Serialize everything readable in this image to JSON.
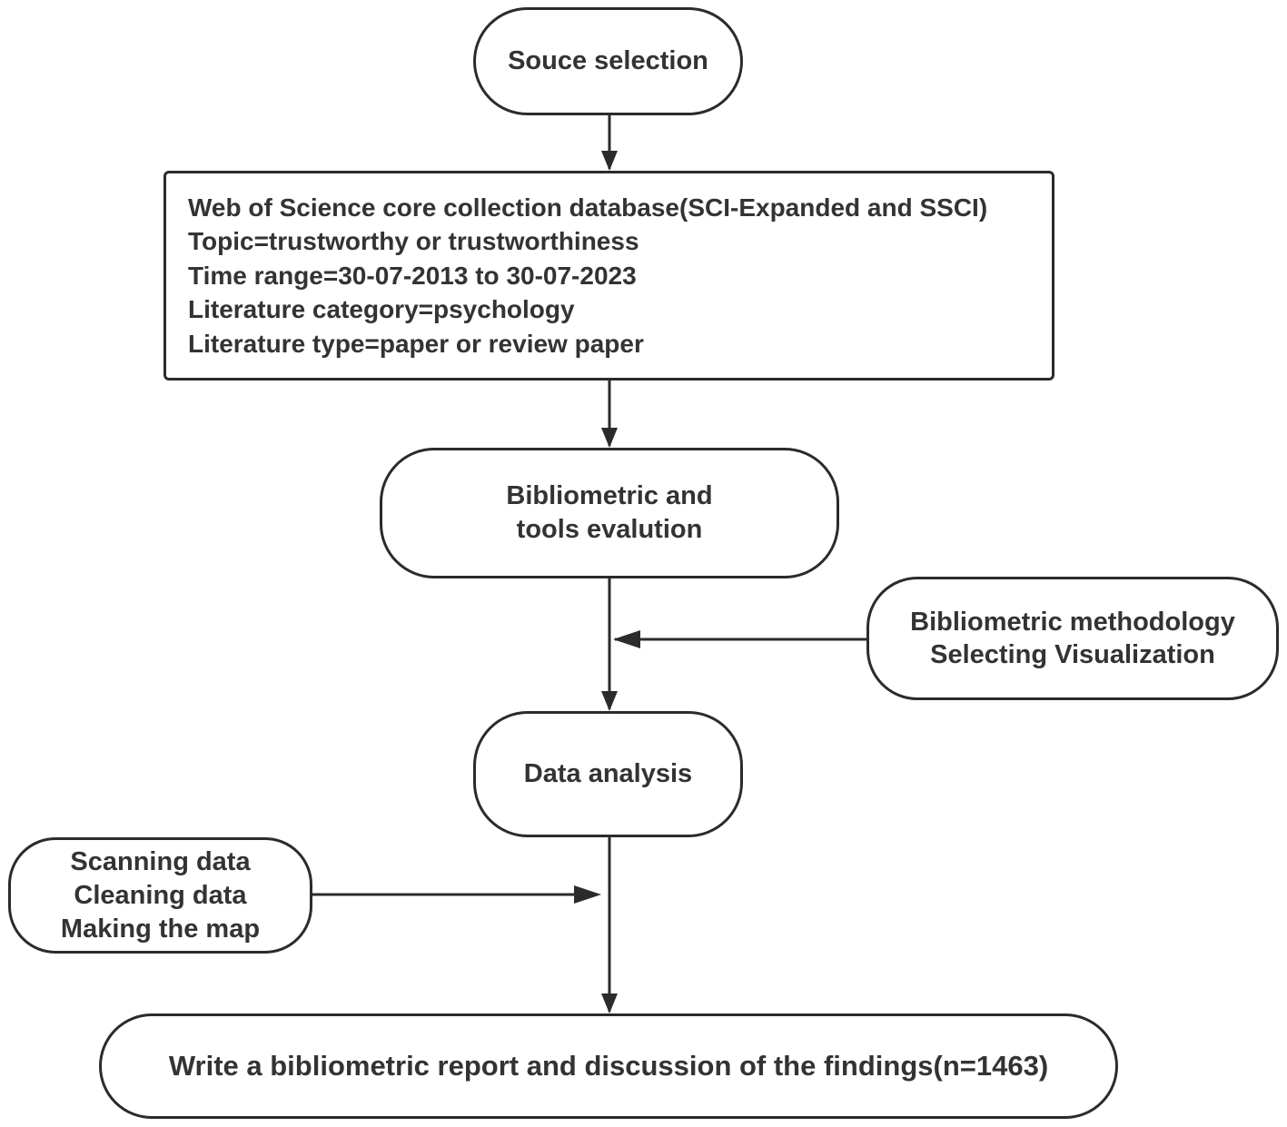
{
  "nodes": {
    "source": "Souce selection",
    "criteria": [
      "Web of Science core collection database(SCI-Expanded and SSCI)",
      "Topic=trustworthy or trustworthiness",
      "Time range=30-07-2013 to 30-07-2023",
      "Literature category=psychology",
      "Literature type=paper or review paper"
    ],
    "evaluation": [
      "Bibliometric and",
      "tools evalution"
    ],
    "methodology": [
      "Bibliometric methodology",
      "Selecting Visualization"
    ],
    "analysis": "Data analysis",
    "processing": [
      "Scanning data",
      "Cleaning data",
      "Making the map"
    ],
    "report": "Write a bibliometric report and discussion of the findings(n=1463)"
  },
  "edges": [
    {
      "from": "source",
      "to": "criteria"
    },
    {
      "from": "criteria",
      "to": "evaluation"
    },
    {
      "from": "evaluation",
      "to": "analysis"
    },
    {
      "from": "methodology",
      "to": "evaluation-analysis-link"
    },
    {
      "from": "analysis",
      "to": "report"
    },
    {
      "from": "processing",
      "to": "analysis-report-link"
    }
  ],
  "colors": {
    "stroke": "#2b2b2b",
    "text": "#333333",
    "background": "#ffffff"
  }
}
